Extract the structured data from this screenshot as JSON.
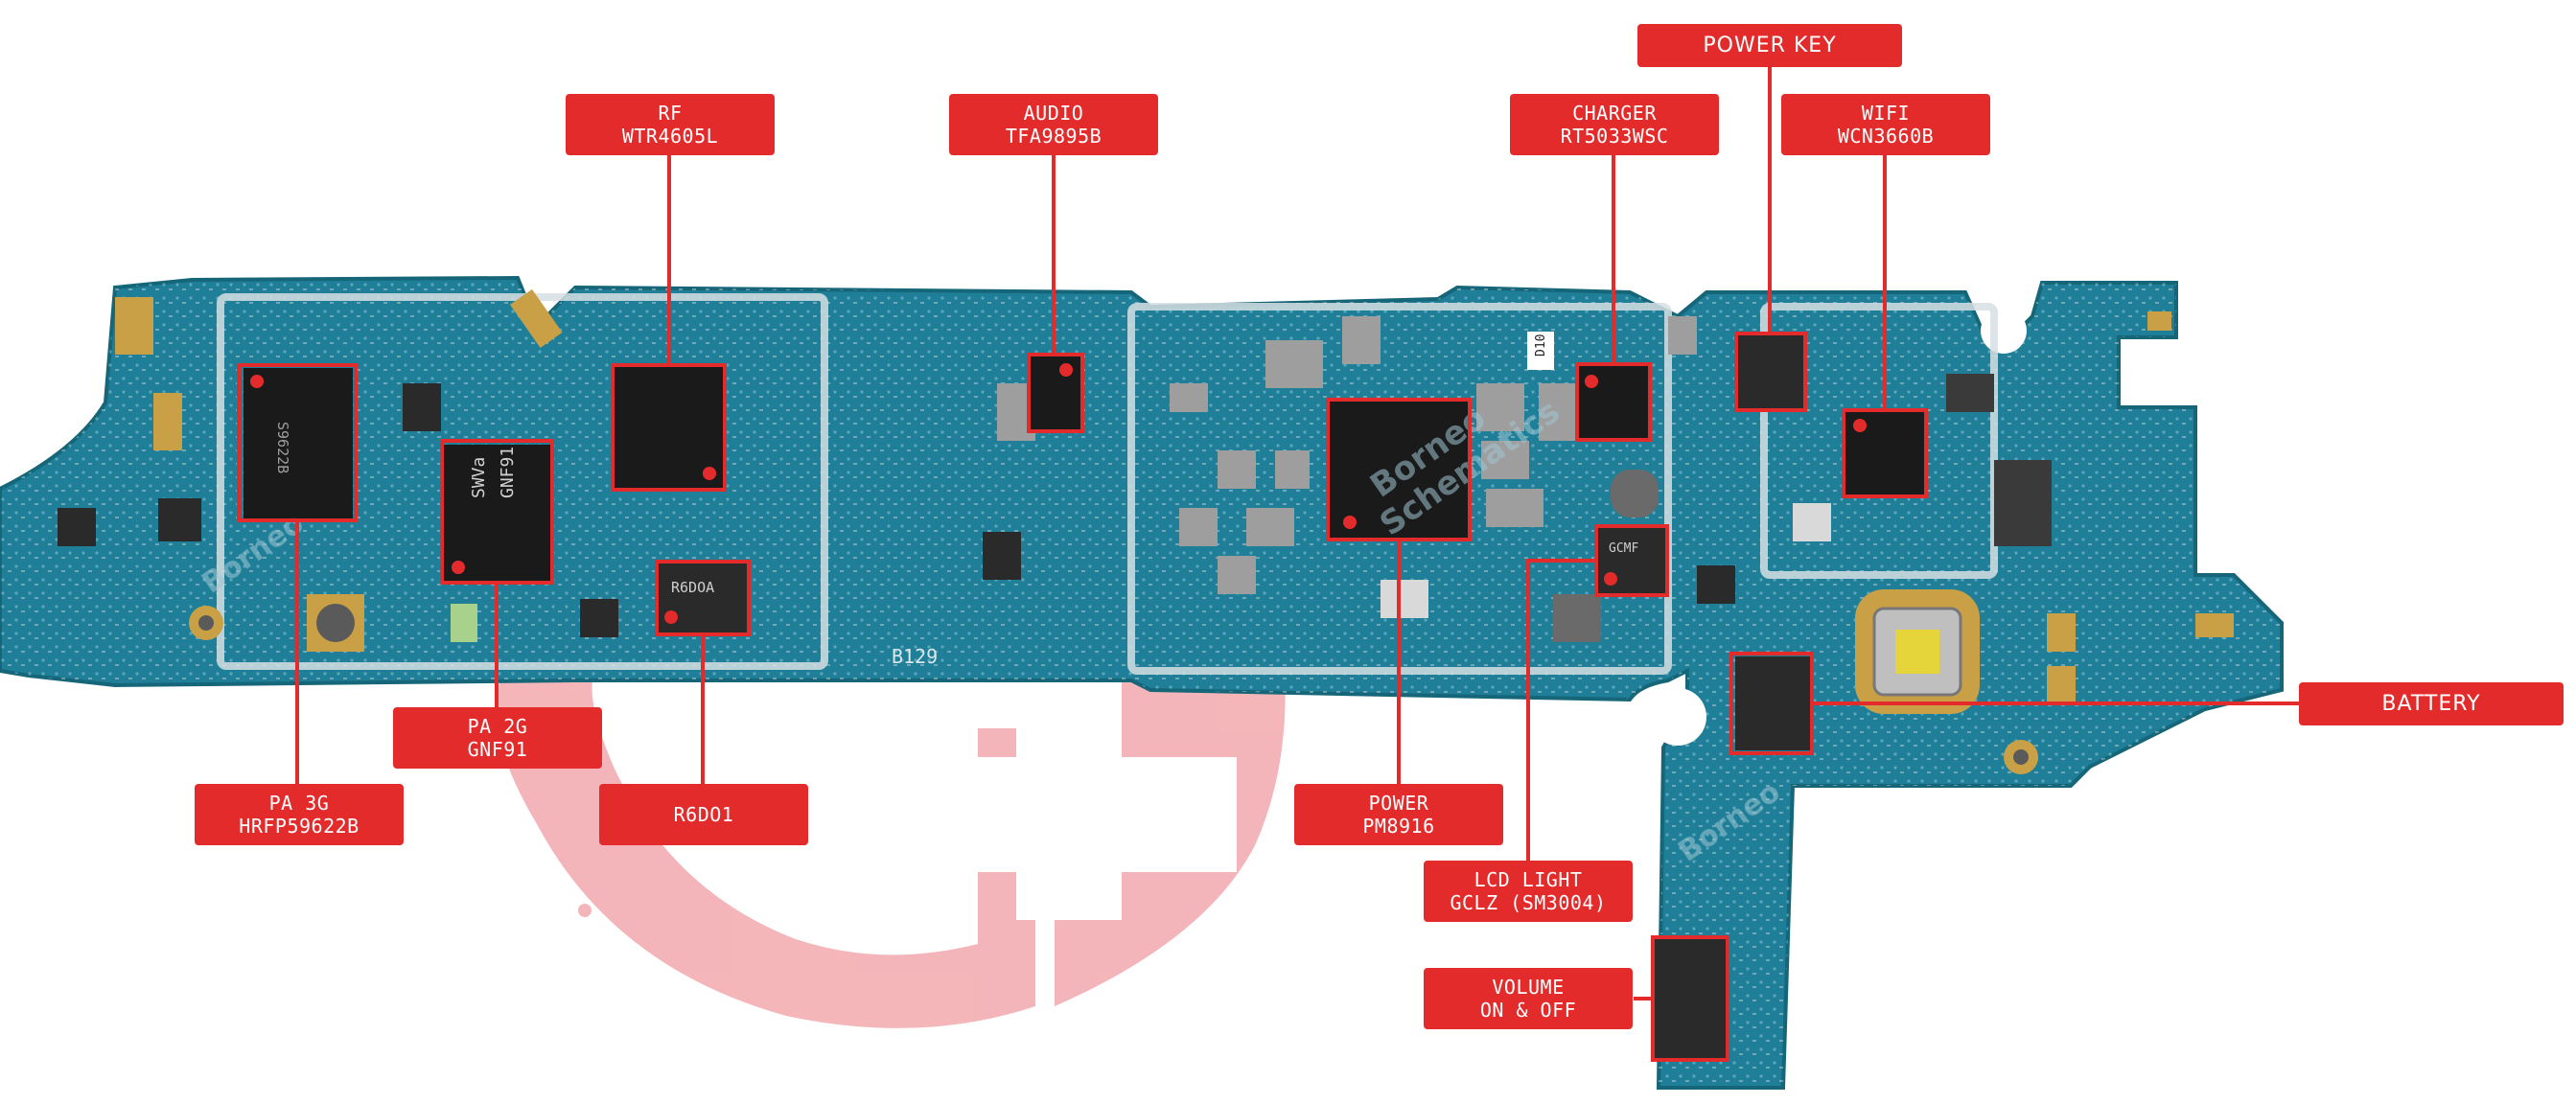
{
  "colors": {
    "accent": "#e32b2b",
    "pcb": "#1f7f99",
    "pcb_dark": "#146678",
    "chip": "#1a1a1a",
    "watermark": "#f2a9ad",
    "gold": "#c9a046"
  },
  "board_text": {
    "chip_rf_pa3g": "S9622B",
    "chip_pa2g_line1": "SWVa",
    "chip_pa2g_line2": "GNF91",
    "chip_r6do1": "R6DOA",
    "chip_lcd": "GCMF",
    "marking_d10": "D10",
    "marking_b129": "B129",
    "watermark_line1": "Borneo",
    "watermark_line2": "Schematics"
  },
  "components": [
    {
      "id": "rf",
      "line1": "RF",
      "line2": "WTR4605L"
    },
    {
      "id": "audio",
      "line1": "AUDIO",
      "line2": "TFA9895B"
    },
    {
      "id": "charger",
      "line1": "CHARGER",
      "line2": "RT5033WSC"
    },
    {
      "id": "power-key",
      "line1": "POWER KEY",
      "line2": ""
    },
    {
      "id": "wifi",
      "line1": "WIFI",
      "line2": "WCN3660B"
    },
    {
      "id": "battery",
      "line1": "BATTERY",
      "line2": ""
    },
    {
      "id": "pa-2g",
      "line1": "PA 2G",
      "line2": "GNF91"
    },
    {
      "id": "pa-3g",
      "line1": "PA 3G",
      "line2": "HRFP59622B"
    },
    {
      "id": "r6do1",
      "line1": "R6DO1",
      "line2": ""
    },
    {
      "id": "power",
      "line1": "POWER",
      "line2": "PM8916"
    },
    {
      "id": "lcd-light",
      "line1": "LCD LIGHT",
      "line2": "GCLZ (SM3004)"
    },
    {
      "id": "volume",
      "line1": "VOLUME",
      "line2": "ON & OFF"
    }
  ]
}
